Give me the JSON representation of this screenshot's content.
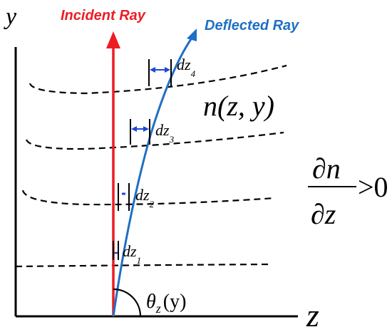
{
  "axes": {
    "y_label": "y",
    "z_label": "z"
  },
  "rays": {
    "incident_label": "Incident Ray",
    "deflected_label": "Deflected Ray",
    "incident_color": "#ee1c24",
    "deflected_color": "#1f6fc4"
  },
  "refractive_index": {
    "function": "n",
    "args": "(z, y)"
  },
  "gradient": {
    "numerator": "∂n",
    "denominator": "∂z",
    "relation": ">0"
  },
  "angle": {
    "symbol": "θ",
    "subscript": "z",
    "args": "(y)"
  },
  "increments": [
    {
      "base": "dz",
      "sub": "1"
    },
    {
      "base": "dz",
      "sub": "2"
    },
    {
      "base": "dz",
      "sub": "3"
    },
    {
      "base": "dz",
      "sub": "4"
    }
  ],
  "colors": {
    "axis": "#000000",
    "arrow_blue": "#1f47d6"
  }
}
